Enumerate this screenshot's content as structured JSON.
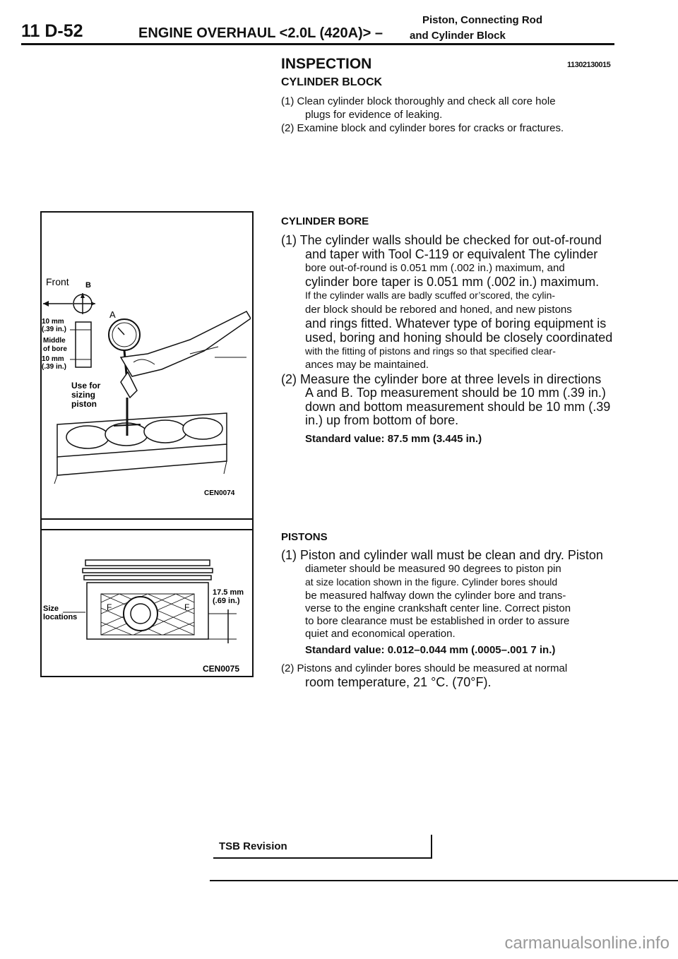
{
  "header": {
    "page_number": "11 D-52",
    "manual_title": "ENGINE OVERHAUL <2.0L (420A)> –",
    "section_title": "Piston, Connecting Rod",
    "section_sub": "and Cylinder Block"
  },
  "inspection": {
    "heading": "INSPECTION",
    "code": "11302130015",
    "cylinder_block": {
      "heading": "CYLINDER BLOCK",
      "lines": [
        "(1) Clean cylinder block thoroughly and check all core hole",
        "plugs for evidence of leaking.",
        "(2) Examine block and cylinder bores for cracks or fractures."
      ]
    },
    "cylinder_bore": {
      "heading": "CYLINDER  BORE",
      "lines": [
        "(1) The cylinder walls should be checked for out-of-round",
        "and taper with Tool C-119 or equivalent The cylinder",
        "bore out-of-round is 0.051 mm (.002 in.) maximum, and",
        "cylinder bore taper is 0.051 mm (.002 in.) maximum.",
        "If the cylinder walls are badly scuffed or’scored, the cylin-",
        "der block should be rebored and honed, and new pistons",
        "and rings fitted.  Whatever type of boring equipment is",
        "used, boring and honing should be closely coordinated",
        "with the fitting of pistons and rings so that specified clear-",
        "ances may be maintained.",
        "(2) Measure the cylinder bore at three levels in directions",
        "A and B. Top measurement should be 10 mm (.39 in.)",
        "down and bottom measurement should be 10 mm (.39",
        "in.) up from bottom of bore."
      ],
      "standard": "Standard value: 87.5 mm (3.445 in.)"
    },
    "pistons": {
      "heading": "PISTONS",
      "lines": [
        "(1) Piston and cylinder wall must be clean and dry. Piston",
        "diameter should be measured 90 degrees to piston pin",
        "at size location shown in the figure. Cylinder bores should",
        "be measured halfway down the cylinder bore and trans-",
        "verse to the engine crankshaft center line. Correct piston",
        "to bore clearance must be established in order to assure",
        "quiet and economical operation."
      ],
      "standard": "Standard value: 0.012–0.044 mm (.0005–.001 7 in.)",
      "lines2": [
        "(2) Pistons and cylinder bores should be measured at normal",
        "room temperature, 21 °C. (70°F)."
      ]
    }
  },
  "figure1": {
    "front": "Front",
    "b": "B",
    "a": "A",
    "top_mm": "10 mm",
    "top_in": "(.39 in.)",
    "middle": "Middle",
    "of_bore": "of bore",
    "bot_mm": "10 mm",
    "bot_in": "(.39 in.)",
    "use_for": "Use for",
    "sizing": "sizing",
    "piston": "piston",
    "code": "CEN0074"
  },
  "figure2": {
    "size": "Size",
    "locations": "locations",
    "f1": "F",
    "f2": "F",
    "dim_mm": "17.5 mm",
    "dim_in": "(.69 in.)",
    "code": "CEN0075"
  },
  "footer": {
    "tsb": "TSB Revision",
    "watermark": "carmanualsonline.info"
  }
}
